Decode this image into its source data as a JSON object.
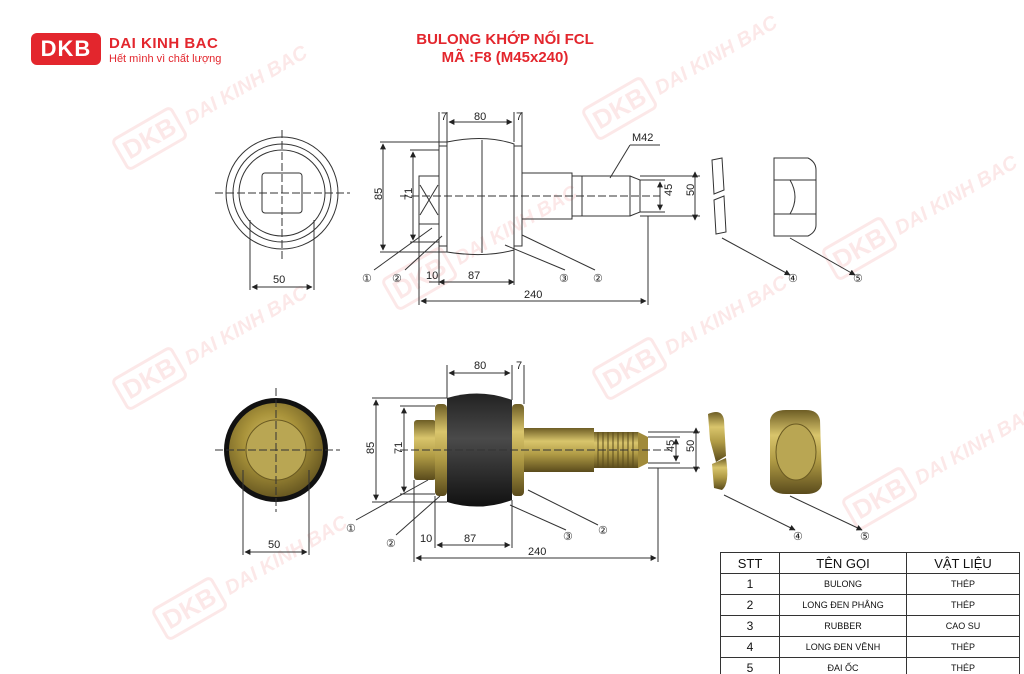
{
  "brand": {
    "logo_mark": "DKB",
    "name": "DAI KINH BAC",
    "slogan": "Hết mình vì chất lượng",
    "color": "#e3262d"
  },
  "title": {
    "line1": "BULONG KHỚP NỐI FCL",
    "line2": "MÃ :F8 (M45x240)"
  },
  "drawing": {
    "dims": {
      "d7": "7",
      "d80": "80",
      "thread": "M42",
      "d85": "85",
      "d71": "71",
      "d45": "45",
      "d50": "50",
      "d10": "10",
      "d87": "87",
      "d240": "240"
    },
    "callouts": [
      "①",
      "②",
      "③",
      "②",
      "④",
      "⑤"
    ]
  },
  "parts_table": {
    "headers": [
      "STT",
      "TÊN GỌI",
      "VẬT LIỆU"
    ],
    "rows": [
      {
        "stt": "1",
        "name": "BULONG",
        "material": "THÉP"
      },
      {
        "stt": "2",
        "name": "LONG ĐEN PHẲNG",
        "material": "THÉP"
      },
      {
        "stt": "3",
        "name": "RUBBER",
        "material": "CAO SU"
      },
      {
        "stt": "4",
        "name": "LONG ĐEN VÊNH",
        "material": "THÉP"
      },
      {
        "stt": "5",
        "name": "ĐAI ỐC",
        "material": "THÉP"
      }
    ]
  }
}
